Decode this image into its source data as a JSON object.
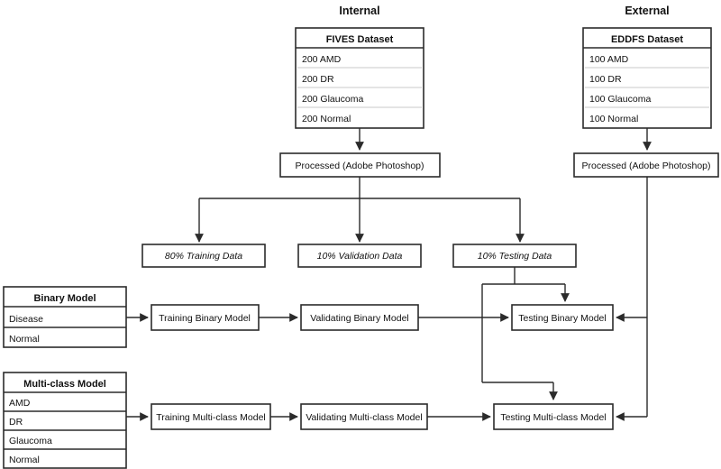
{
  "diagram": {
    "title_internal": "Internal",
    "title_external": "External",
    "datasets": [
      {
        "name": "fives",
        "header": "FIVES Dataset",
        "rows": [
          "200 AMD",
          "200 DR",
          "200 Glaucoma",
          "200 Normal"
        ]
      },
      {
        "name": "eddfs",
        "header": "EDDFS Dataset",
        "rows": [
          "100 AMD",
          "100 DR",
          "100 Glaucoma",
          "100 Normal"
        ]
      }
    ],
    "processed_internal": "Processed (Adobe Photoshop)",
    "processed_external": "Processed (Adobe Photoshop)",
    "splits": [
      "80% Training Data",
      "10% Validation Data",
      "10% Testing Data"
    ],
    "binary_model": {
      "header": "Binary Model",
      "rows": [
        "Disease",
        "Normal"
      ]
    },
    "multiclass_model": {
      "header": "Multi-class Model",
      "rows": [
        "AMD",
        "DR",
        "Glaucoma",
        "Normal"
      ]
    },
    "binary_stages": [
      "Training Binary Model",
      "Validating Binary Model",
      "Testing Binary Model"
    ],
    "multiclass_stages": [
      "Training Multi-class Model",
      "Validating Multi-class Model",
      "Testing Multi-class Model"
    ],
    "colors": {
      "stroke": "#2b2b2b",
      "separator": "#c9c9c9",
      "background": "#ffffff",
      "text": "#111111"
    }
  }
}
